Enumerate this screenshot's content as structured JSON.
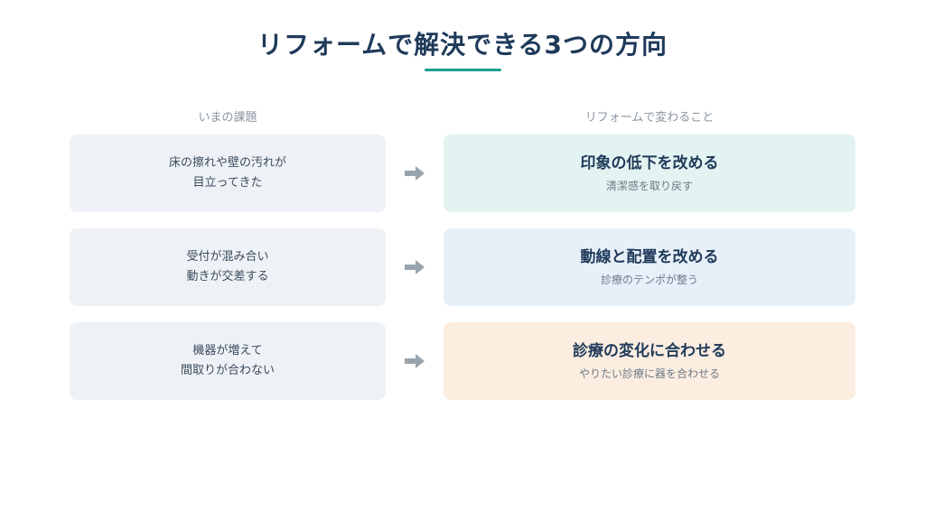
{
  "title": "リフォームで解決できる3つの方向",
  "columns": {
    "left_header": "いまの課題",
    "right_header": "リフォームで変わること"
  },
  "rows": [
    {
      "issue_lines": [
        "床の擦れや壁の汚れが",
        "目立ってきた"
      ],
      "result_title": "印象の低下を改める",
      "result_sub": "清潔感を取り戻す",
      "result_bg": "#e3f3f1"
    },
    {
      "issue_lines": [
        "受付が混み合い",
        "動きが交差する"
      ],
      "result_title": "動線と配置を改める",
      "result_sub": "診療のテンポが整う",
      "result_bg": "#e7f0f9"
    },
    {
      "issue_lines": [
        "機器が増えて",
        "間取りが合わない"
      ],
      "result_title": "診療の変化に合わせる",
      "result_sub": "やりたい診療に器を合わせる",
      "result_bg": "#fbede0"
    }
  ],
  "colors": {
    "accent": "#1f9e8f",
    "title": "#1f3a5a",
    "issue_bg": "#eef2f6",
    "arrow": "#9aa4ad"
  },
  "icons": {
    "arrow": "arrow-right-icon"
  }
}
